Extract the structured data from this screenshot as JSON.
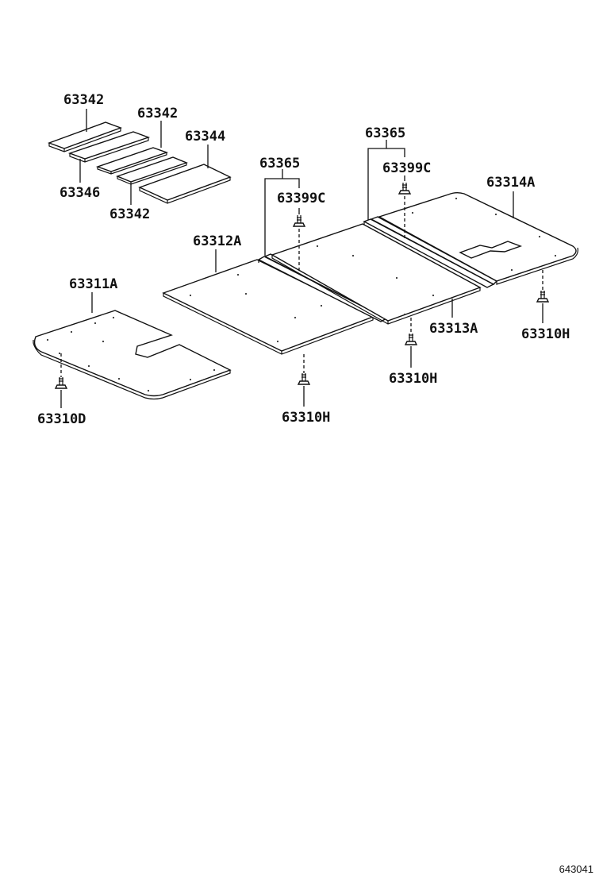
{
  "diagram": {
    "figure_number": "643041",
    "labels": {
      "p63342_top": "63342",
      "p63342_mid": "63342",
      "p63344": "63344",
      "p63346": "63346",
      "p63342_low": "63342",
      "p63365_left": "63365",
      "p63399c_left": "63399C",
      "p63365_right": "63365",
      "p63399c_right": "63399C",
      "p63314a": "63314A",
      "p63312a": "63312A",
      "p63311a": "63311A",
      "p63313a": "63313A",
      "p63310h_right": "63310H",
      "p63310h_mid": "63310H",
      "p63310h_center": "63310H",
      "p63310d": "63310D"
    }
  }
}
